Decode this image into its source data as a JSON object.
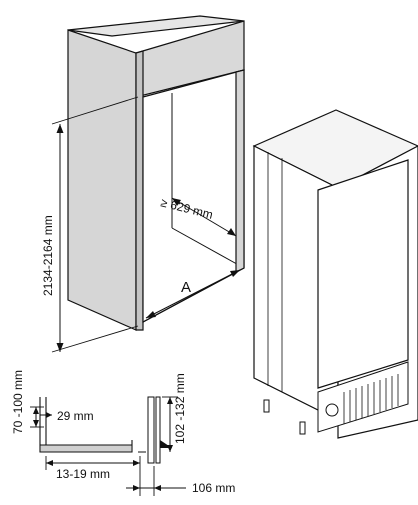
{
  "dimensions": {
    "niche_height": "2134-2164 mm",
    "niche_depth": "≥ 629 mm",
    "niche_width_marker": "A",
    "plinth_vent_height": "70 -100 mm",
    "top_vent_depth": "29 mm",
    "door_gap": "102 -132 mm",
    "side_offset": "13-19 mm",
    "door_offset": "106 mm"
  },
  "colors": {
    "panel_fill": "#d9d9d9",
    "panel_dark": "#bcbcbc",
    "line": "#111111",
    "background": "#ffffff"
  }
}
